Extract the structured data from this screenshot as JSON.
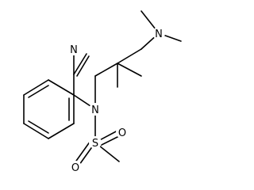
{
  "molecule": {
    "atoms": {
      "nitrile_n": "N",
      "amine_n": "N",
      "sulfonamide_n": "N",
      "sulfur": "S",
      "oxygen_1": "O",
      "oxygen_2": "O"
    }
  },
  "colors": {
    "background": "#ffffff",
    "bond": "#000000",
    "label": "#000000"
  }
}
